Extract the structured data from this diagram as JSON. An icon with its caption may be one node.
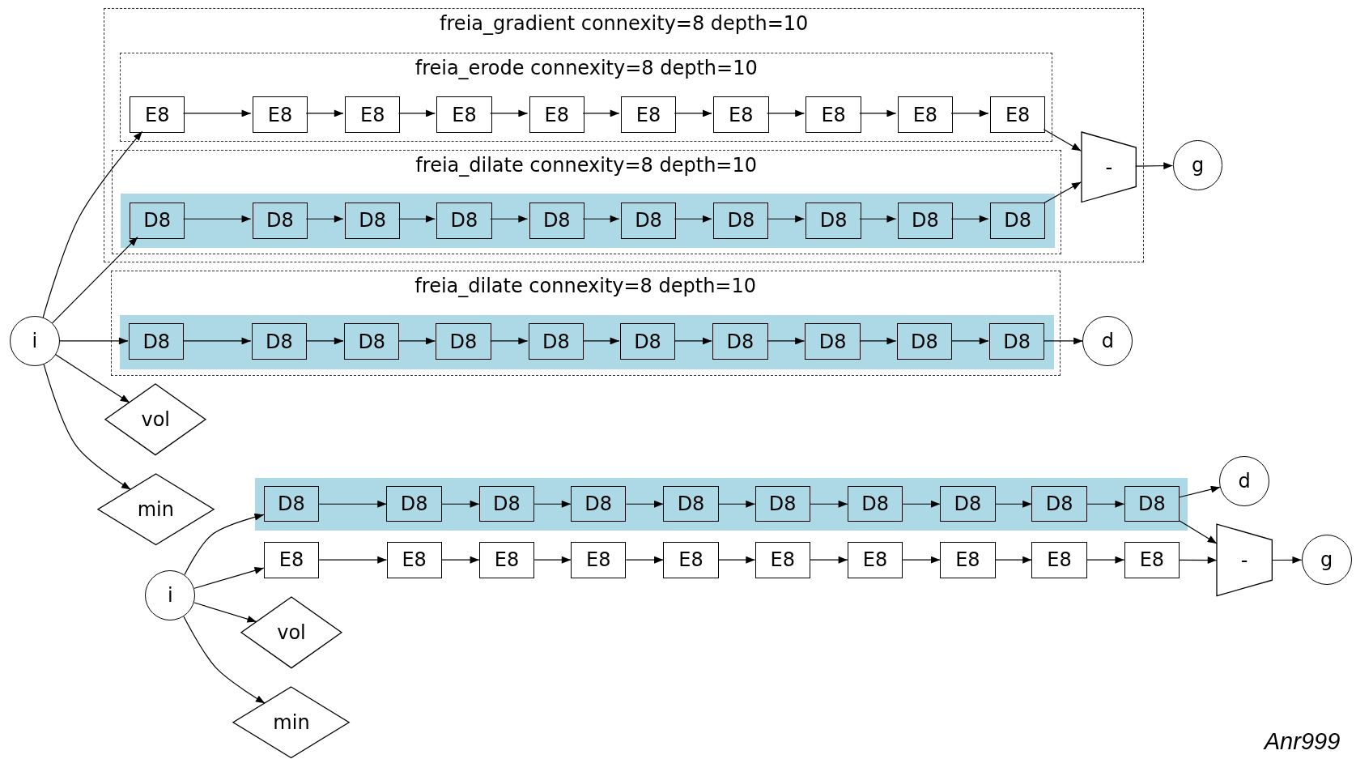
{
  "diagram": {
    "nodes": [
      {
        "text": [
          "freia_gradient connexity=8 depth=10"
        ]
      },
      {
        "text": [
          "freia_erode connexity=8 depth=10"
        ],
        "in": 0
      },
      {
        "text": [
          "E8"
        ],
        "in": 1
      },
      {
        "text": [
          "E8"
        ],
        "in": 1
      },
      {
        "text": [
          "E8"
        ],
        "in": 1
      },
      {
        "text": [
          "E8"
        ],
        "in": 1
      },
      {
        "text": [
          "E8"
        ],
        "in": 1
      },
      {
        "text": [
          "E8"
        ],
        "in": 1
      },
      {
        "text": [
          "E8"
        ],
        "in": 1
      },
      {
        "text": [
          "E8"
        ],
        "in": 1
      },
      {
        "text": [
          "E8"
        ],
        "in": 1
      },
      {
        "text": [
          "E8"
        ],
        "in": 1
      },
      {
        "text": [
          "freia_dilate connexity=8 depth=10"
        ],
        "in": 0
      },
      {
        "text": [],
        "shape": "band",
        "in": 12
      },
      {
        "text": [
          "D8"
        ],
        "in": 13
      },
      {
        "text": [
          "D8"
        ],
        "in": 13
      },
      {
        "text": [
          "D8"
        ],
        "in": 13
      },
      {
        "text": [
          "D8"
        ],
        "in": 13
      },
      {
        "text": [
          "D8"
        ],
        "in": 13
      },
      {
        "text": [
          "D8"
        ],
        "in": 13
      },
      {
        "text": [
          "D8"
        ],
        "in": 13
      },
      {
        "text": [
          "D8"
        ],
        "in": 13
      },
      {
        "text": [
          "D8"
        ],
        "in": 13
      },
      {
        "text": [
          "D8"
        ],
        "in": 13
      },
      {
        "text": [
          "-"
        ],
        "in": 0
      },
      {
        "text": [
          "g"
        ]
      },
      {
        "text": [
          "i"
        ]
      },
      {
        "text": [
          "freia_dilate connexity=8 depth=10"
        ]
      },
      {
        "text": [],
        "shape": "band",
        "in": 27
      },
      {
        "text": [
          "D8"
        ],
        "in": 28
      },
      {
        "text": [
          "D8"
        ],
        "in": 28
      },
      {
        "text": [
          "D8"
        ],
        "in": 28
      },
      {
        "text": [
          "D8"
        ],
        "in": 28
      },
      {
        "text": [
          "D8"
        ],
        "in": 28
      },
      {
        "text": [
          "D8"
        ],
        "in": 28
      },
      {
        "text": [
          "D8"
        ],
        "in": 28
      },
      {
        "text": [
          "D8"
        ],
        "in": 28
      },
      {
        "text": [
          "D8"
        ],
        "in": 28
      },
      {
        "text": [
          "D8"
        ],
        "in": 28
      },
      {
        "text": [
          "d"
        ]
      },
      {
        "text": [
          "vol"
        ]
      },
      {
        "text": [
          "min"
        ]
      },
      {
        "text": [],
        "shape": "band"
      },
      {
        "text": [
          "D8"
        ],
        "in": 42
      },
      {
        "text": [
          "D8"
        ],
        "in": 42
      },
      {
        "text": [
          "D8"
        ],
        "in": 42
      },
      {
        "text": [
          "D8"
        ],
        "in": 42
      },
      {
        "text": [
          "D8"
        ],
        "in": 42
      },
      {
        "text": [
          "D8"
        ],
        "in": 42
      },
      {
        "text": [
          "D8"
        ],
        "in": 42
      },
      {
        "text": [
          "D8"
        ],
        "in": 42
      },
      {
        "text": [
          "D8"
        ],
        "in": 42
      },
      {
        "text": [
          "D8"
        ],
        "in": 42
      },
      {
        "text": [
          "d"
        ]
      },
      {
        "text": [
          "i"
        ]
      },
      {
        "text": [
          "E8"
        ]
      },
      {
        "text": [
          "E8"
        ]
      },
      {
        "text": [
          "E8"
        ]
      },
      {
        "text": [
          "E8"
        ]
      },
      {
        "text": [
          "E8"
        ]
      },
      {
        "text": [
          "E8"
        ]
      },
      {
        "text": [
          "E8"
        ]
      },
      {
        "text": [
          "E8"
        ]
      },
      {
        "text": [
          "E8"
        ]
      },
      {
        "text": [
          "E8"
        ]
      },
      {
        "text": [
          "-"
        ]
      },
      {
        "text": [
          "g"
        ]
      },
      {
        "text": [
          "vol"
        ]
      },
      {
        "text": [
          "min"
        ]
      }
    ],
    "edges": [
      {
        "from": 26,
        "to": 2,
        "arrow": "to"
      },
      {
        "from": 26,
        "to": 14,
        "arrow": "to"
      },
      {
        "from": 26,
        "to": 29,
        "arrow": "to"
      },
      {
        "from": 26,
        "to": 40,
        "arrow": "to"
      },
      {
        "from": 26,
        "to": 41,
        "arrow": "to"
      },
      {
        "from": 2,
        "to": 3,
        "arrow": "to"
      },
      {
        "from": 3,
        "to": 4,
        "arrow": "to"
      },
      {
        "from": 4,
        "to": 5,
        "arrow": "to"
      },
      {
        "from": 5,
        "to": 6,
        "arrow": "to"
      },
      {
        "from": 6,
        "to": 7,
        "arrow": "to"
      },
      {
        "from": 7,
        "to": 8,
        "arrow": "to"
      },
      {
        "from": 8,
        "to": 9,
        "arrow": "to"
      },
      {
        "from": 9,
        "to": 10,
        "arrow": "to"
      },
      {
        "from": 10,
        "to": 11,
        "arrow": "to"
      },
      {
        "from": 14,
        "to": 15,
        "arrow": "to"
      },
      {
        "from": 15,
        "to": 16,
        "arrow": "to"
      },
      {
        "from": 16,
        "to": 17,
        "arrow": "to"
      },
      {
        "from": 17,
        "to": 18,
        "arrow": "to"
      },
      {
        "from": 18,
        "to": 19,
        "arrow": "to"
      },
      {
        "from": 19,
        "to": 20,
        "arrow": "to"
      },
      {
        "from": 20,
        "to": 21,
        "arrow": "to"
      },
      {
        "from": 21,
        "to": 22,
        "arrow": "to"
      },
      {
        "from": 22,
        "to": 23,
        "arrow": "to"
      },
      {
        "from": 11,
        "to": 24,
        "arrow": "to"
      },
      {
        "from": 23,
        "to": 24,
        "arrow": "to"
      },
      {
        "from": 24,
        "to": 25,
        "arrow": "to"
      },
      {
        "from": 29,
        "to": 30,
        "arrow": "to"
      },
      {
        "from": 30,
        "to": 31,
        "arrow": "to"
      },
      {
        "from": 31,
        "to": 32,
        "arrow": "to"
      },
      {
        "from": 32,
        "to": 33,
        "arrow": "to"
      },
      {
        "from": 33,
        "to": 34,
        "arrow": "to"
      },
      {
        "from": 34,
        "to": 35,
        "arrow": "to"
      },
      {
        "from": 35,
        "to": 36,
        "arrow": "to"
      },
      {
        "from": 36,
        "to": 37,
        "arrow": "to"
      },
      {
        "from": 37,
        "to": 38,
        "arrow": "to"
      },
      {
        "from": 38,
        "to": 39,
        "arrow": "to"
      },
      {
        "from": 54,
        "to": 43,
        "arrow": "to"
      },
      {
        "from": 54,
        "to": 55,
        "arrow": "to"
      },
      {
        "from": 54,
        "to": 67,
        "arrow": "to"
      },
      {
        "from": 54,
        "to": 68,
        "arrow": "to"
      },
      {
        "from": 43,
        "to": 44,
        "arrow": "to"
      },
      {
        "from": 44,
        "to": 45,
        "arrow": "to"
      },
      {
        "from": 45,
        "to": 46,
        "arrow": "to"
      },
      {
        "from": 46,
        "to": 47,
        "arrow": "to"
      },
      {
        "from": 47,
        "to": 48,
        "arrow": "to"
      },
      {
        "from": 48,
        "to": 49,
        "arrow": "to"
      },
      {
        "from": 49,
        "to": 50,
        "arrow": "to"
      },
      {
        "from": 50,
        "to": 51,
        "arrow": "to"
      },
      {
        "from": 51,
        "to": 52,
        "arrow": "to"
      },
      {
        "from": 52,
        "to": 53,
        "arrow": "to"
      },
      {
        "from": 52,
        "to": 65,
        "arrow": "to"
      },
      {
        "from": 55,
        "to": 56,
        "arrow": "to"
      },
      {
        "from": 56,
        "to": 57,
        "arrow": "to"
      },
      {
        "from": 57,
        "to": 58,
        "arrow": "to"
      },
      {
        "from": 58,
        "to": 59,
        "arrow": "to"
      },
      {
        "from": 59,
        "to": 60,
        "arrow": "to"
      },
      {
        "from": 60,
        "to": 61,
        "arrow": "to"
      },
      {
        "from": 61,
        "to": 62,
        "arrow": "to"
      },
      {
        "from": 62,
        "to": 63,
        "arrow": "to"
      },
      {
        "from": 63,
        "to": 64,
        "arrow": "to"
      },
      {
        "from": 64,
        "to": 65,
        "arrow": "to"
      },
      {
        "from": 65,
        "to": 66,
        "arrow": "to"
      }
    ],
    "labels": [
      "Anr999"
    ]
  }
}
